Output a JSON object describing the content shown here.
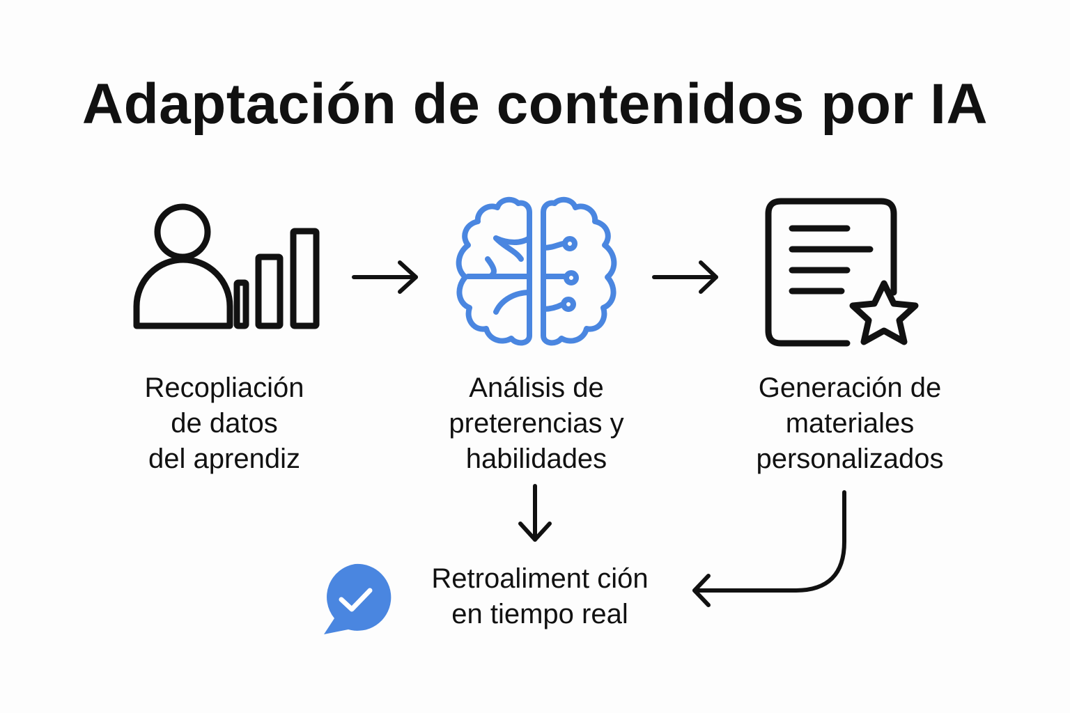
{
  "title": "Adaptación de contenidos por IA",
  "steps": {
    "collect": {
      "icon": "learner-data-icon",
      "lines": [
        "Recopliación",
        "de datos",
        "del aprendiz"
      ]
    },
    "analysis": {
      "icon": "brain-icon",
      "lines": [
        "Análisis de",
        "preterencias y",
        "habilidades"
      ]
    },
    "generation": {
      "icon": "document-star-icon",
      "lines": [
        "Generación de",
        "materiales",
        "personalizados"
      ]
    },
    "feedback": {
      "icon": "chat-check-icon",
      "lines": [
        "Retroaliment ción",
        "en tiempo real"
      ]
    }
  },
  "colors": {
    "accent": "#4a86e0",
    "stroke": "#111111",
    "background": "#fdfdfd"
  }
}
